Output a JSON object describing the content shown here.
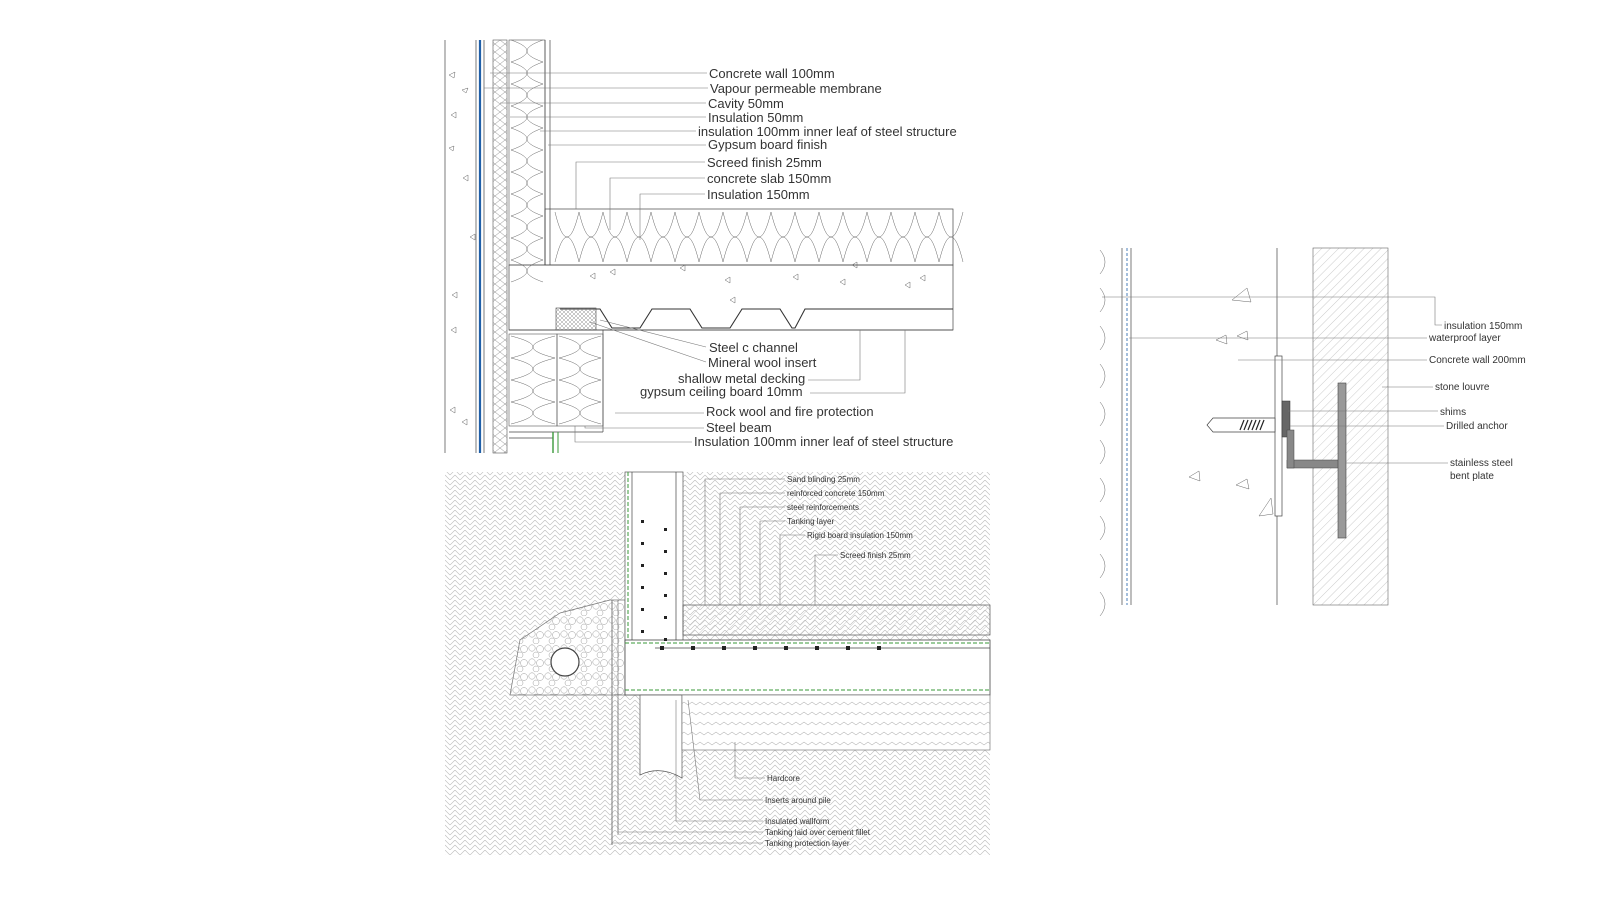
{
  "panels": {
    "wall_slab": {
      "labels": [
        "Concrete wall 100mm",
        "Vapour permeable membrane",
        "Cavity 50mm",
        "Insulation 50mm",
        "insulation 100mm inner leaf of steel structure",
        "Gypsum board finish",
        "Screed finish 25mm",
        "concrete slab 150mm",
        "Insulation 150mm",
        "Steel c channel",
        "Mineral wool insert",
        "shallow metal decking",
        "gypsum ceiling board 10mm",
        "Rock wool and fire protection",
        "Steel beam",
        "Insulation 100mm inner leaf of steel structure"
      ]
    },
    "foundation": {
      "labels": [
        "Sand blinding 25mm",
        "reinforced concrete 150mm",
        "steel reinforcements",
        "Tanking layer",
        "Rigid board insulation 150mm",
        "Screed finish 25mm",
        "Hardcore",
        "Inserts around pile",
        "Insulated wallform",
        "Tanking laid over cement fillet",
        "Tanking protection layer"
      ]
    },
    "louvre": {
      "labels": [
        "insulation 150mm",
        "waterproof layer",
        "Concrete wall 200mm",
        "stone louvre",
        "shims",
        "Drilled anchor",
        "stainless steel",
        "bent plate"
      ]
    }
  },
  "colors": {
    "line": "#444444",
    "membrane_blue": "#1f5fa8",
    "tanking_green": "#3a9a3a",
    "text": "#333333"
  }
}
